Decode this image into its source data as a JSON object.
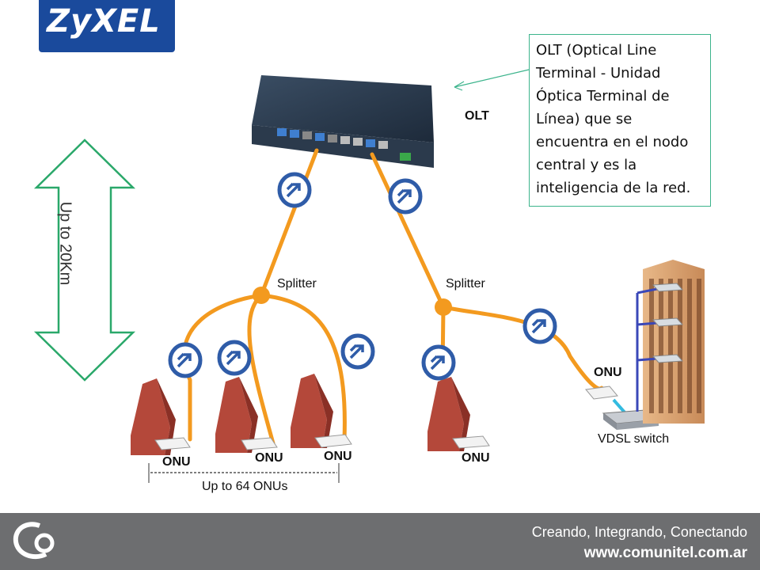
{
  "logo": {
    "brand": "ZyXEL"
  },
  "labels": {
    "olt": "OLT",
    "splitter_left": "Splitter",
    "splitter_right": "Splitter",
    "onu_1": "ONU",
    "onu_2": "ONU",
    "onu_3": "ONU",
    "onu_4": "ONU",
    "onu_5": "ONU",
    "vdsl_switch": "VDSL switch",
    "up_to_64": "Up to 64 ONUs",
    "up_to_20km": "Up to 20Km"
  },
  "callout": {
    "text": "OLT (Optical Line Terminal - Unidad Óptica Terminal de Línea) que se encuentra en el nodo central y es la inteligencia de la red."
  },
  "footer": {
    "tagline": "Creando, Integrando, Conectando",
    "url": "www.comunitel.com.ar",
    "logo": "Co"
  },
  "colors": {
    "fiber": "#f39a1f",
    "arrow_outline": "#2aa86a",
    "badge": "#2f5ca8",
    "onu_house": "#b4483a",
    "callout_border": "#3cb48c",
    "footer_bg": "#6d6e70"
  }
}
